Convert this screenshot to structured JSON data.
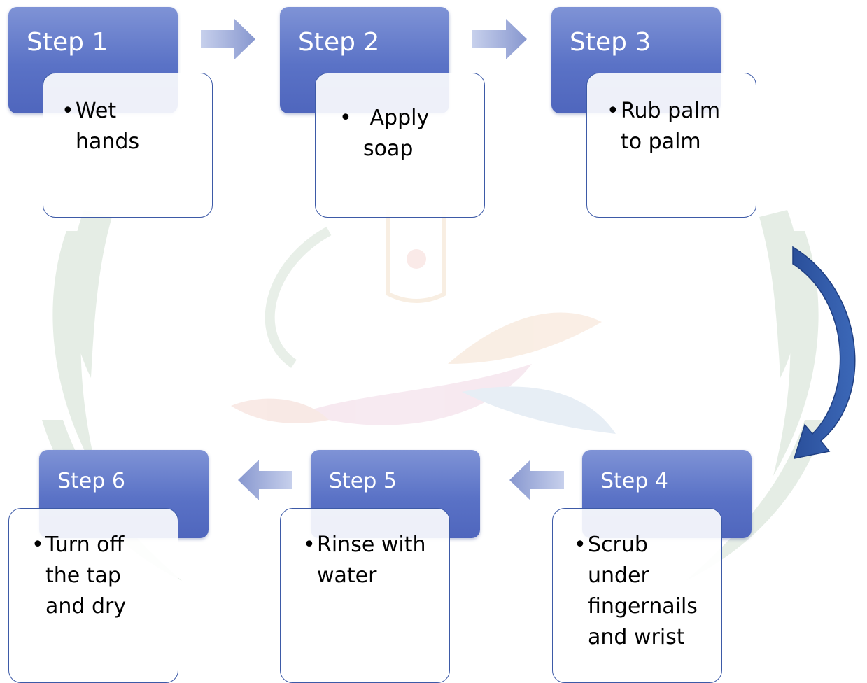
{
  "colors": {
    "header_fill": "#5a72c6",
    "card_border": "#3d5aa7",
    "arrow_fill": "#8d9fd6",
    "curved_arrow_fill": "#2f5aa8"
  },
  "steps": [
    {
      "title": "Step 1",
      "bullet": "•",
      "lines": [
        "Wet",
        "hands"
      ]
    },
    {
      "title": "Step 2",
      "bullet": "•",
      "lines": [
        " Apply",
        "soap"
      ]
    },
    {
      "title": "Step 3",
      "bullet": "•",
      "lines": [
        "Rub palm",
        "to palm"
      ]
    },
    {
      "title": "Step 4",
      "bullet": "•",
      "lines": [
        "Scrub",
        "under",
        "fingernails",
        "and wrist"
      ]
    },
    {
      "title": "Step 5",
      "bullet": "•",
      "lines": [
        "Rinse with",
        "water"
      ]
    },
    {
      "title": "Step 6",
      "bullet": "•",
      "lines": [
        "Turn off",
        "the tap",
        "and dry"
      ]
    }
  ]
}
